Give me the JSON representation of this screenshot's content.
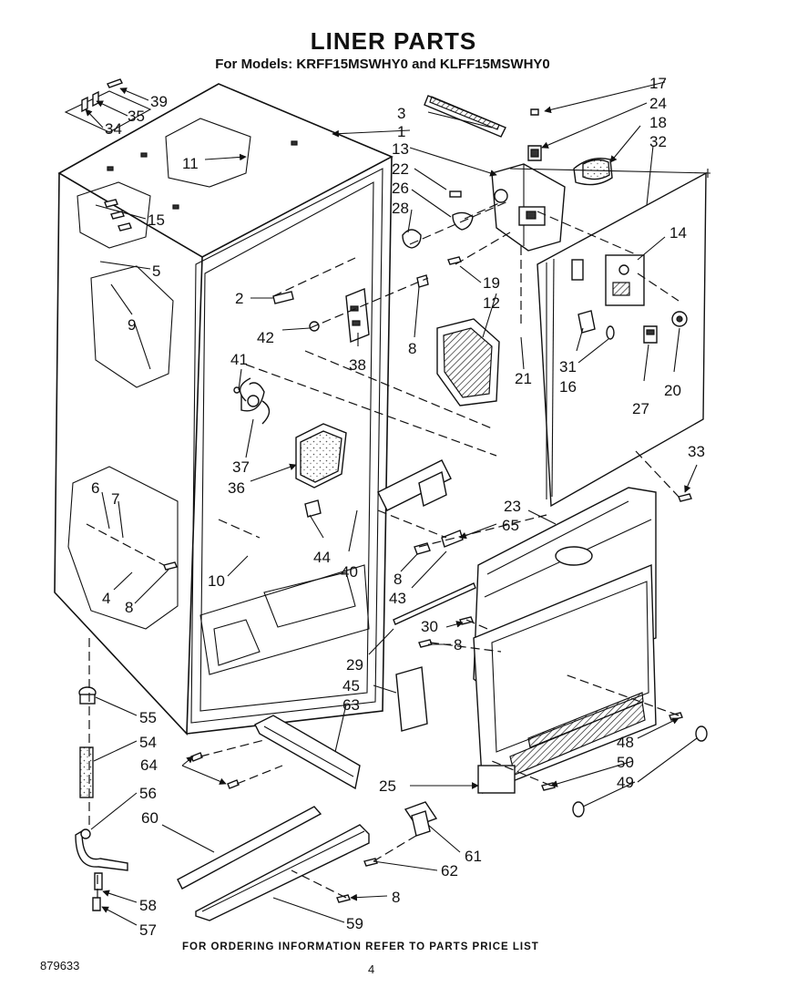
{
  "header": {
    "title": "LINER PARTS",
    "subtitle": "For Models: KRFF15MSWHY0 and KLFF15MSWHY0"
  },
  "footer": {
    "ordering_note": "FOR ORDERING INFORMATION REFER TO PARTS PRICE LIST",
    "document_number": "879633",
    "page_number": "4"
  },
  "callouts": [
    {
      "id": "c39",
      "label": "39"
    },
    {
      "id": "c35",
      "label": "35"
    },
    {
      "id": "c34",
      "label": "34"
    },
    {
      "id": "c3",
      "label": "3"
    },
    {
      "id": "c1",
      "label": "1"
    },
    {
      "id": "c17",
      "label": "17"
    },
    {
      "id": "c24",
      "label": "24"
    },
    {
      "id": "c18",
      "label": "18"
    },
    {
      "id": "c32",
      "label": "32"
    },
    {
      "id": "c13",
      "label": "13"
    },
    {
      "id": "c22",
      "label": "22"
    },
    {
      "id": "c26",
      "label": "26"
    },
    {
      "id": "c28",
      "label": "28"
    },
    {
      "id": "c11",
      "label": "11"
    },
    {
      "id": "c15",
      "label": "15"
    },
    {
      "id": "c5",
      "label": "5"
    },
    {
      "id": "c9",
      "label": "9"
    },
    {
      "id": "c2",
      "label": "2"
    },
    {
      "id": "c14",
      "label": "14"
    },
    {
      "id": "c19",
      "label": "19"
    },
    {
      "id": "c12",
      "label": "12"
    },
    {
      "id": "c42",
      "label": "42"
    },
    {
      "id": "c8a",
      "label": "8"
    },
    {
      "id": "c38",
      "label": "38"
    },
    {
      "id": "c41",
      "label": "41"
    },
    {
      "id": "c31",
      "label": "31"
    },
    {
      "id": "c16",
      "label": "16"
    },
    {
      "id": "c21",
      "label": "21"
    },
    {
      "id": "c27",
      "label": "27"
    },
    {
      "id": "c20",
      "label": "20"
    },
    {
      "id": "c37",
      "label": "37"
    },
    {
      "id": "c36",
      "label": "36"
    },
    {
      "id": "c33",
      "label": "33"
    },
    {
      "id": "c6",
      "label": "6"
    },
    {
      "id": "c7",
      "label": "7"
    },
    {
      "id": "c23",
      "label": "23"
    },
    {
      "id": "c65",
      "label": "65"
    },
    {
      "id": "c44",
      "label": "44"
    },
    {
      "id": "c40",
      "label": "40"
    },
    {
      "id": "c4",
      "label": "4"
    },
    {
      "id": "c8b",
      "label": "8"
    },
    {
      "id": "c10",
      "label": "10"
    },
    {
      "id": "c8c",
      "label": "8"
    },
    {
      "id": "c43",
      "label": "43"
    },
    {
      "id": "c30",
      "label": "30"
    },
    {
      "id": "c8d",
      "label": "8"
    },
    {
      "id": "c29",
      "label": "29"
    },
    {
      "id": "c45",
      "label": "45"
    },
    {
      "id": "c63",
      "label": "63"
    },
    {
      "id": "c55",
      "label": "55"
    },
    {
      "id": "c54",
      "label": "54"
    },
    {
      "id": "c64",
      "label": "64"
    },
    {
      "id": "c48",
      "label": "48"
    },
    {
      "id": "c50",
      "label": "50"
    },
    {
      "id": "c49",
      "label": "49"
    },
    {
      "id": "c25",
      "label": "25"
    },
    {
      "id": "c56",
      "label": "56"
    },
    {
      "id": "c60",
      "label": "60"
    },
    {
      "id": "c61",
      "label": "61"
    },
    {
      "id": "c62",
      "label": "62"
    },
    {
      "id": "c58",
      "label": "58"
    },
    {
      "id": "c8e",
      "label": "8"
    },
    {
      "id": "c57",
      "label": "57"
    },
    {
      "id": "c59",
      "label": "59"
    }
  ]
}
